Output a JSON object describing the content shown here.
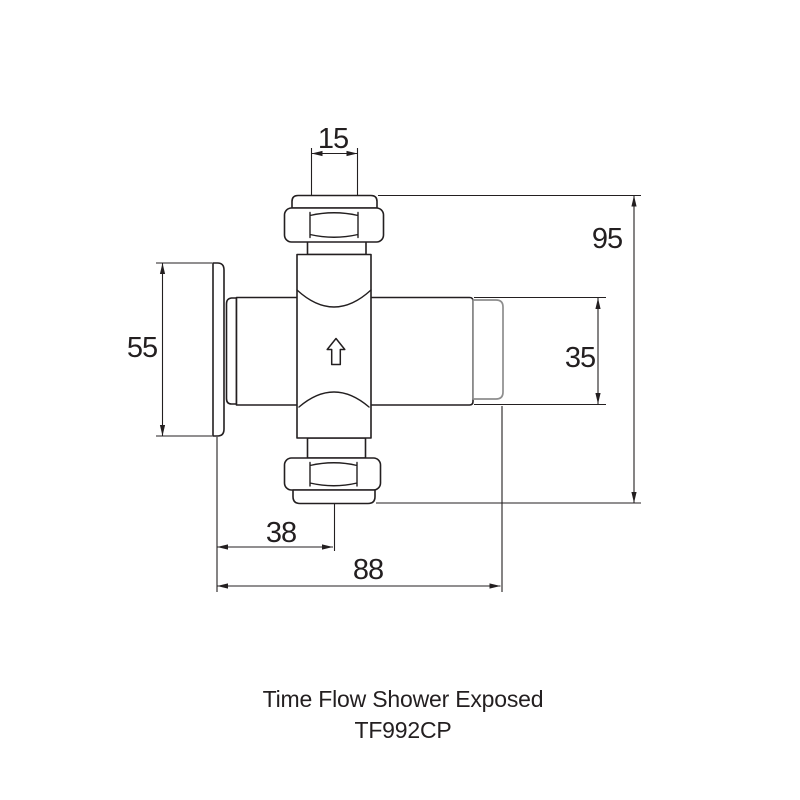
{
  "title_block": {
    "product_name": "Time Flow Shower Exposed",
    "product_code": "TF992CP"
  },
  "dimensions": {
    "inlet_pipe": "15",
    "overall_height": "95",
    "backplate_height": "55",
    "body_height": "35",
    "wall_to_pipe_centre": "38",
    "overall_projection": "88"
  },
  "flow_arrow": {
    "direction": "up"
  },
  "colors": {
    "ink": "#231f20",
    "button_outline": "#8d8d8d",
    "background": "#ffffff"
  }
}
